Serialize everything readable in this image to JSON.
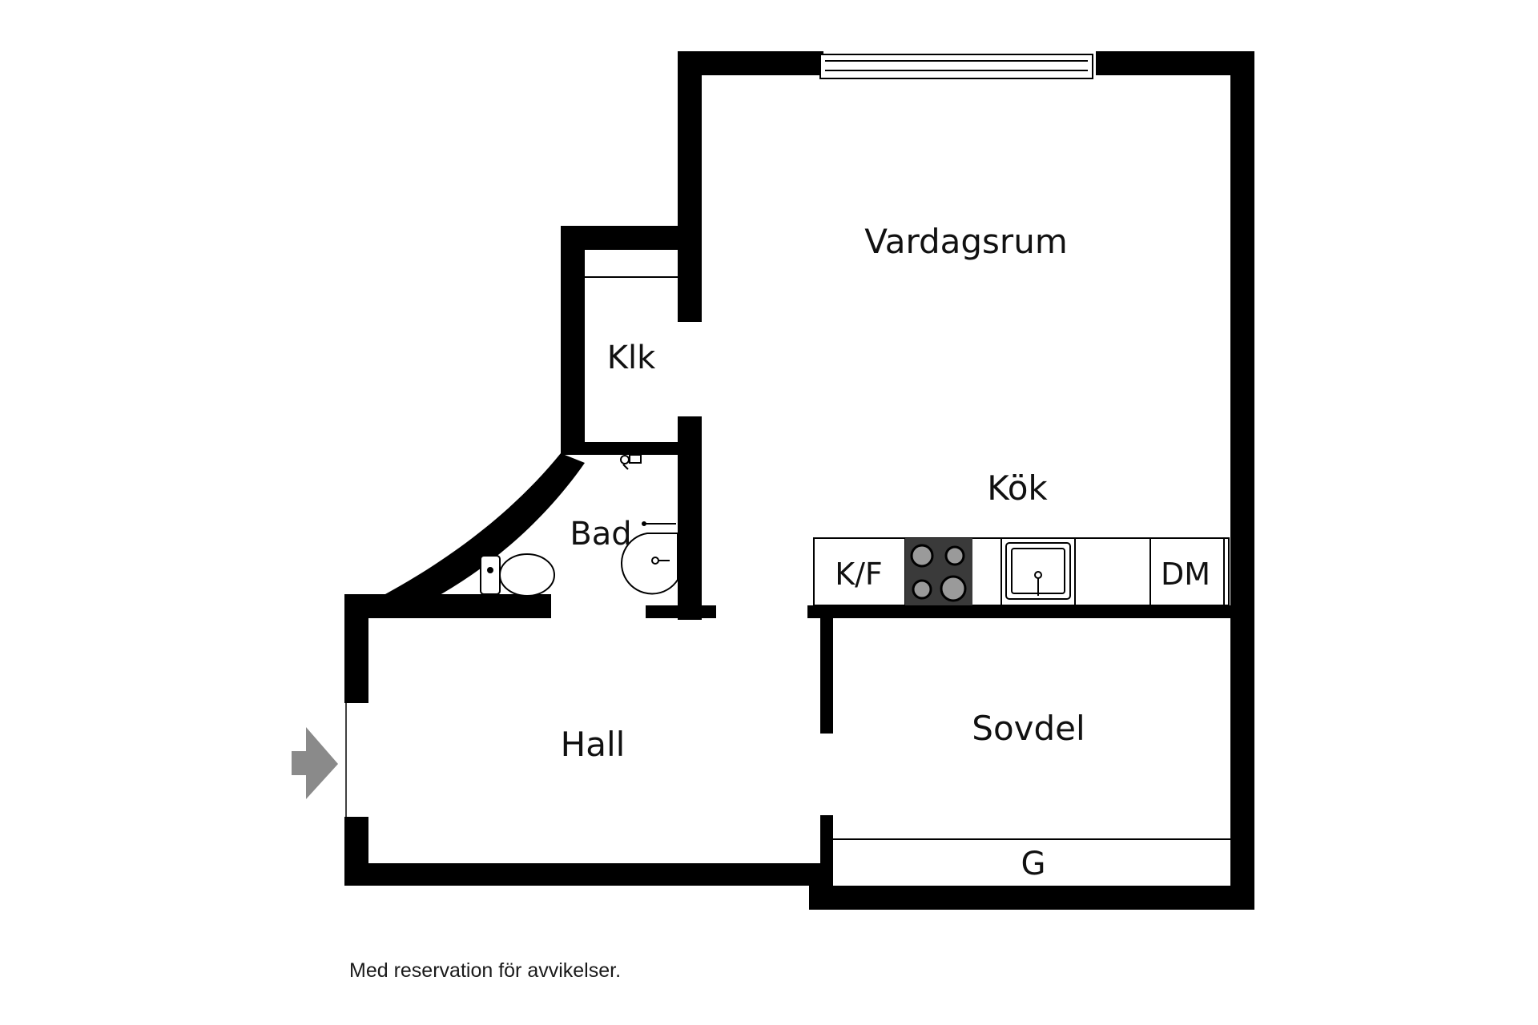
{
  "rooms": {
    "living": "Vardagsrum",
    "kitchen": "Kök",
    "closet": "Klk",
    "bath": "Bad",
    "hall": "Hall",
    "sleep": "Sovdel",
    "wardrobe": "G"
  },
  "appliances": {
    "fridge": "K/F",
    "dishwasher": "DM"
  },
  "icons": {
    "entrance": "entrance-arrow-icon",
    "stove": "stove-icon",
    "sink": "kitchen-sink-icon",
    "toilet": "toilet-icon",
    "basin": "washbasin-icon",
    "shower": "shower-icon",
    "window": "window-icon"
  },
  "colors": {
    "wall": "#000000",
    "arrow": "#8a8a8a",
    "stove": "#3a3a3a",
    "background": "#ffffff"
  },
  "footer": {
    "note": "Med reservation för avvikelser."
  }
}
